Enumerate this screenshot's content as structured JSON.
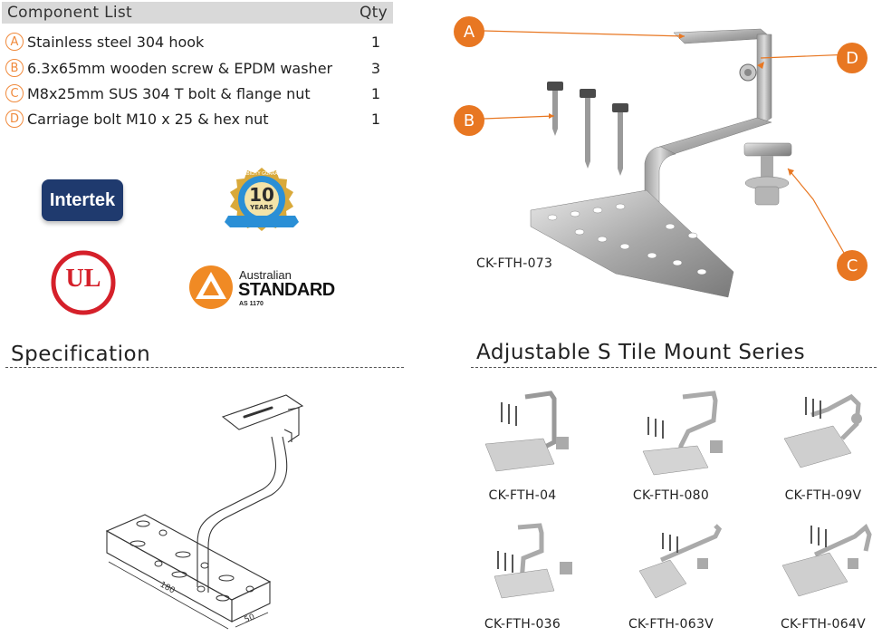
{
  "component_list": {
    "title": "Component List",
    "qty_header": "Qty",
    "items": [
      {
        "letter": "A",
        "description": "Stainless steel 304 hook",
        "qty": "1"
      },
      {
        "letter": "B",
        "description": "6.3x65mm wooden screw & EPDM washer",
        "qty": "3"
      },
      {
        "letter": "C",
        "description": "M8x25mm SUS 304 T bolt & flange nut",
        "qty": "1"
      },
      {
        "letter": "D",
        "description": "Carriage bolt M10 x 25 & hex nut",
        "qty": "1"
      }
    ]
  },
  "certifications": {
    "intertek": "Intertek",
    "warranty_number": "10",
    "warranty_years": "YEARS",
    "warranty_ring": "DURABILITY GUARANTEE",
    "ul": "UL",
    "australian": "Australian",
    "standard": "STANDARD",
    "as_code": "AS 1170"
  },
  "main_product": {
    "model": "CK-FTH-073",
    "callouts": [
      "A",
      "B",
      "C",
      "D"
    ]
  },
  "specification": {
    "title": "Specification",
    "dim_length": "180",
    "dim_width": "50"
  },
  "series": {
    "title": "Adjustable S Tile Mount Series",
    "items": [
      {
        "model": "CK-FTH-04"
      },
      {
        "model": "CK-FTH-080"
      },
      {
        "model": "CK-FTH-09V"
      },
      {
        "model": "CK-FTH-036"
      },
      {
        "model": "CK-FTH-063V"
      },
      {
        "model": "CK-FTH-064V"
      }
    ]
  },
  "colors": {
    "accent": "#e87722",
    "header_bg": "#d9d9d9",
    "intertek_bg": "#1f3a6e",
    "ul_red": "#d5202a",
    "as_orange": "#f08a24",
    "warranty_blue": "#2a8fd6",
    "warranty_gold": "#d9a93a"
  }
}
